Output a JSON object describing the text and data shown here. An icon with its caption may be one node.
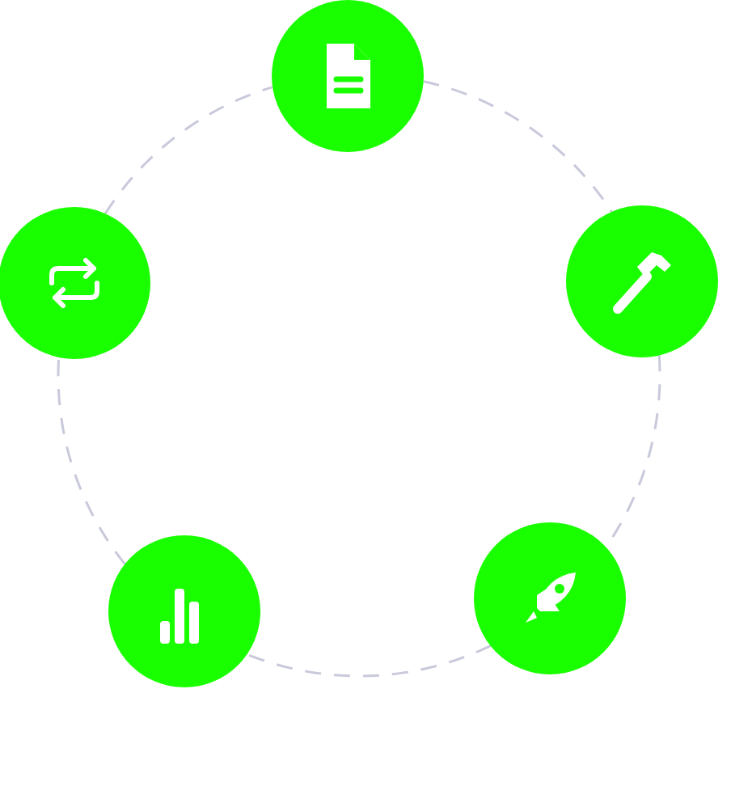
{
  "diagram": {
    "nodes": [
      {
        "text": [],
        "shape": "circle"
      },
      {
        "text": [],
        "shape": "circle"
      },
      {
        "text": [],
        "shape": "circle"
      },
      {
        "text": [],
        "shape": "circle"
      },
      {
        "text": [],
        "shape": "circle"
      }
    ],
    "edges": [
      {
        "from": 0,
        "to": 2,
        "arrow": "none",
        "style": "dashed"
      },
      {
        "from": 2,
        "to": 4,
        "arrow": "none",
        "style": "dashed"
      },
      {
        "from": 4,
        "to": 3,
        "arrow": "none",
        "style": "dashed"
      },
      {
        "from": 3,
        "to": 1,
        "arrow": "none",
        "style": "dashed"
      },
      {
        "from": 1,
        "to": 0,
        "arrow": "none",
        "style": "dashed"
      }
    ]
  }
}
